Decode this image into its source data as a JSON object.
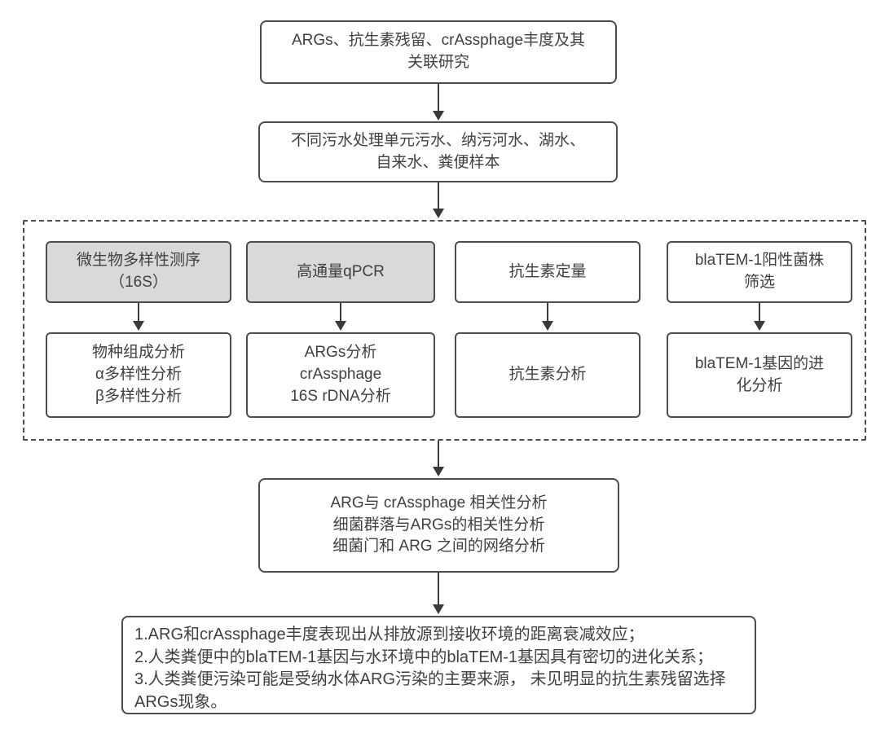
{
  "diagram": {
    "top_box": {
      "lines": [
        "ARGs、抗生素残留、crAssphage丰度及其",
        "关联研究"
      ]
    },
    "samples_box": {
      "lines": [
        "不同污水处理单元污水、纳污河水、湖水、",
        "自来水、粪便样本"
      ]
    },
    "methods_panel": {
      "columns": [
        {
          "method": {
            "lines": [
              "微生物多样性测序",
              "（16S）"
            ],
            "highlighted": true
          },
          "analysis": {
            "lines": [
              "物种组成分析",
              "α多样性分析",
              "β多样性分析"
            ]
          }
        },
        {
          "method": {
            "lines": [
              "高通量qPCR"
            ],
            "highlighted": true
          },
          "analysis": {
            "lines": [
              "ARGs分析",
              "crAssphage",
              "16S rDNA分析"
            ]
          }
        },
        {
          "method": {
            "lines": [
              "抗生素定量"
            ],
            "highlighted": false
          },
          "analysis": {
            "lines": [
              "抗生素分析"
            ]
          }
        },
        {
          "method": {
            "lines": [
              "blaTEM-1阳性菌株",
              "筛选"
            ],
            "highlighted": false
          },
          "analysis": {
            "lines": [
              "blaTEM-1基因的进",
              "化分析"
            ]
          }
        }
      ]
    },
    "correlation_box": {
      "lines": [
        "ARG与 crAssphage 相关性分析",
        "细菌群落与ARGs的相关性分析",
        "细菌门和 ARG 之间的网络分析"
      ]
    },
    "conclusions_box": {
      "lines": [
        "1.ARG和crAssphage丰度表现出从排放源到接收环境的距离衰减效应；",
        "2.人类粪便中的blaTEM-1基因与水环境中的blaTEM-1基因具有密切的进化关系；",
        "3.人类粪便污染可能是受纳水体ARG污染的主要来源， 未见明显的抗生素残留选择ARGs现象。"
      ]
    }
  },
  "colors": {
    "background": "#ffffff",
    "box_border": "#4d4d4d",
    "box_fill": "#ffffff",
    "highlight_fill": "#d9d9d9",
    "text": "#404040",
    "arrow": "#3a3a3a"
  }
}
